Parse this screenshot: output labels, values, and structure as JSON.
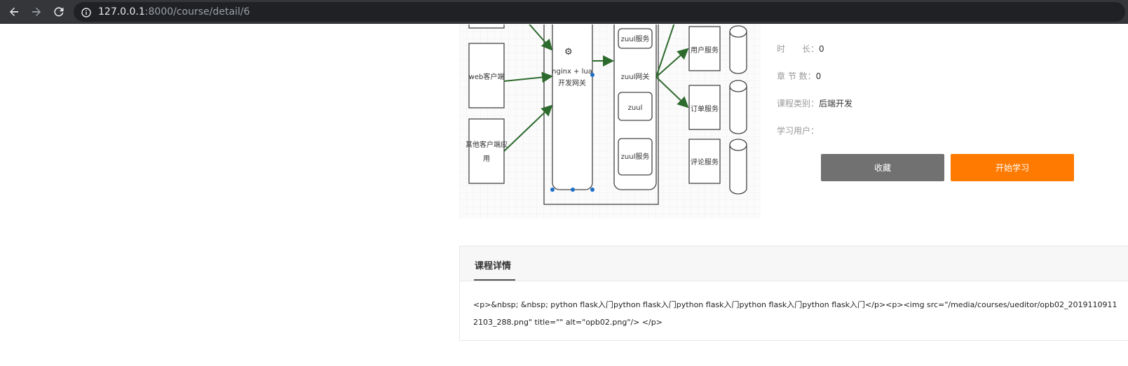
{
  "browser": {
    "url_host": "127.0.0.1",
    "url_path": ":8000/course/detail/6",
    "icons": [
      "back-icon",
      "forward-icon",
      "reload-icon",
      "info-icon"
    ]
  },
  "diagram": {
    "labels": {
      "web_client": "web客户端",
      "other_client_line1": "其他客户端应",
      "other_client_line2": "用",
      "gateway_line1": "nginx + lua",
      "gateway_line2": "开发网关",
      "zuul_service_top": "zuul服务",
      "zuul_gateway": "zuul网关",
      "zuul": "zuul",
      "zuul_service_bottom": "zuul服务",
      "user_service": "用户服务",
      "order_service": "订单服务",
      "comment_service": "评论服务"
    }
  },
  "course_info": {
    "duration_label": "时　　长：",
    "duration_value": "0",
    "chapters_label": "章 节 数：",
    "chapters_value": "0",
    "category_label": "课程类别：",
    "category_value": "后端开发",
    "learners_label": "学习用户："
  },
  "actions": {
    "favorite_label": "收藏",
    "start_label": "开始学习"
  },
  "detail": {
    "tab_label": "课程详情",
    "body_text": "<p>&nbsp; &nbsp; python flask入门python flask入门python flask入门python flask入门python flask入门</p><p><img src=\"/media/courses/ueditor/opb02_20191109112103_288.png\" title=\"\" alt=\"opb02.png\"/> </p>"
  },
  "colors": {
    "toolbar": "#35363a",
    "favorite_button": "#717171",
    "start_button": "#ff7a00"
  }
}
